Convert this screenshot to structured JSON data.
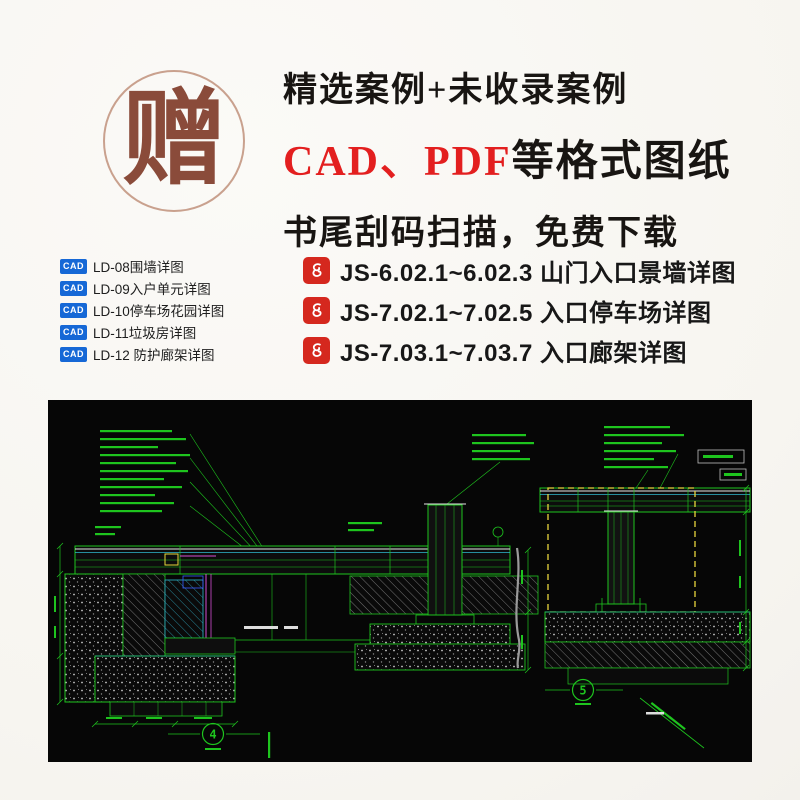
{
  "stamp": {
    "character": "赠",
    "ring_color": "#c9a18e",
    "text_color": "#8a4b3a"
  },
  "headline": {
    "line1": "精选案例+未收录案例",
    "line2_highlight": "CAD、PDF",
    "line2_rest": "等格式图纸",
    "line3": "书尾刮码扫描，免费下载",
    "highlight_color": "#e31f1f"
  },
  "cad_list": {
    "icon_label": "CAD",
    "icon_color": "#1668d6",
    "items": [
      {
        "label": "LD-08围墙详图"
      },
      {
        "label": "LD-09入户单元详图"
      },
      {
        "label": "LD-10停车场花园详图"
      },
      {
        "label": "LD-11垃圾房详图"
      },
      {
        "label": "LD-12 防护廊架详图"
      }
    ]
  },
  "pdf_list": {
    "icon_color": "#d5281e",
    "items": [
      {
        "label": "JS-6.02.1~6.02.3 山门入口景墙详图"
      },
      {
        "label": "JS-7.02.1~7.02.5 入口停车场详图"
      },
      {
        "label": "JS-7.03.1~7.03.7 入口廊架详图"
      }
    ]
  },
  "drawing": {
    "background": "#060606",
    "line_color": "#1ec41e",
    "dash_color": "#e8d43c",
    "detail_markers": [
      {
        "number": "4"
      },
      {
        "number": "5"
      }
    ]
  }
}
